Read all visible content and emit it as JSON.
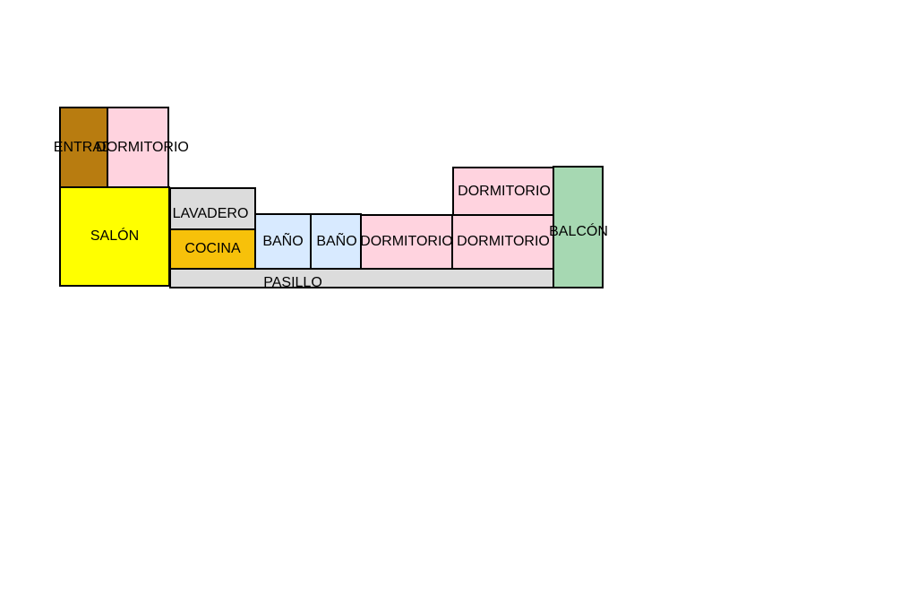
{
  "rooms": {
    "entrada": {
      "label": "ENTRADA",
      "color": "#b87c10"
    },
    "dorm_1": {
      "label": "DORMITORIO",
      "color": "#ffd3df"
    },
    "salon": {
      "label": "SALÓN",
      "color": "#ffff00"
    },
    "lavadero": {
      "label": "LAVADERO",
      "color": "#dcdcdc"
    },
    "cocina": {
      "label": "COCINA",
      "color": "#f7c10a"
    },
    "bano_1": {
      "label": "BAÑO",
      "color": "#d8eaff"
    },
    "bano_2": {
      "label": "BAÑO",
      "color": "#d8eaff"
    },
    "dorm_2": {
      "label": "DORMITORIO",
      "color": "#ffd3df"
    },
    "dorm_3": {
      "label": "DORMITORIO",
      "color": "#ffd3df"
    },
    "dorm_4": {
      "label": "DORMITORIO",
      "color": "#ffd3df"
    },
    "balcon": {
      "label": "BALCÓN",
      "color": "#a6d8b2"
    },
    "pasillo": {
      "label": "PASILLO",
      "color": "#dcdcdc"
    }
  }
}
